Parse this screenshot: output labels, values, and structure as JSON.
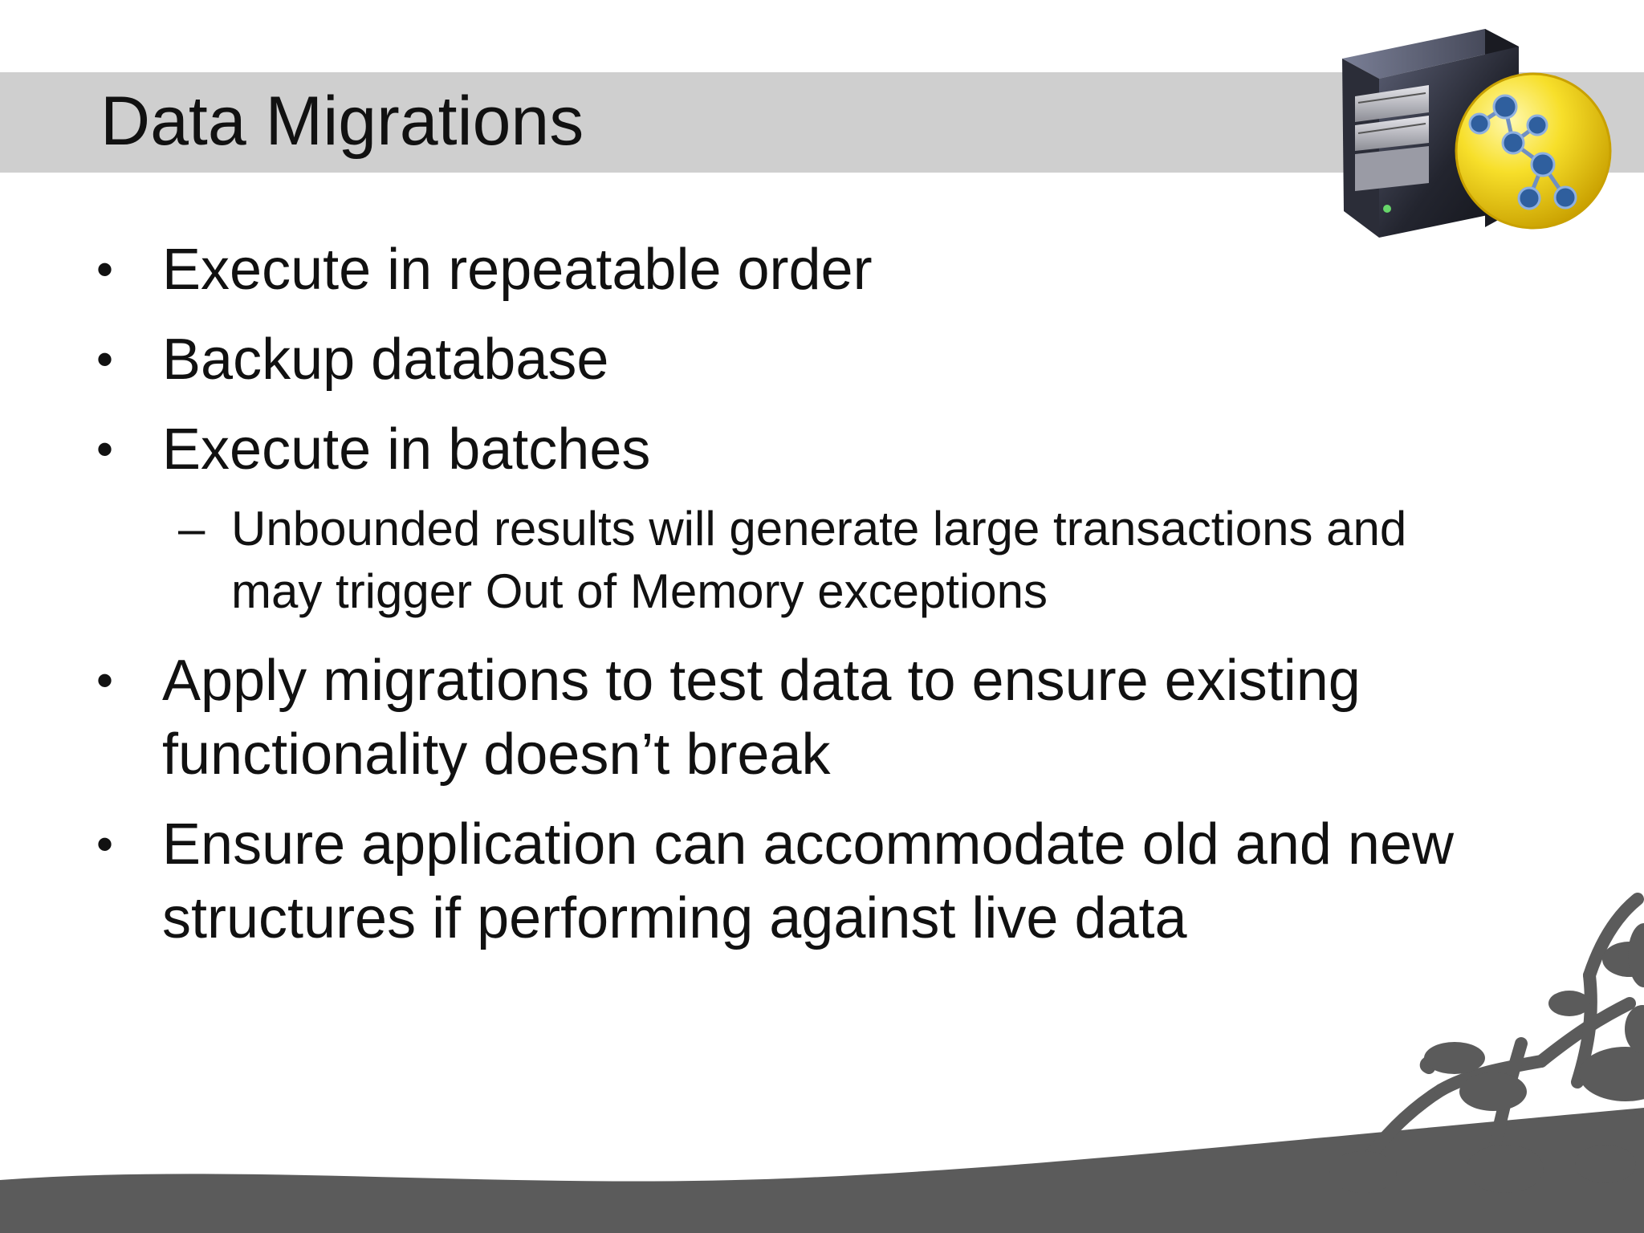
{
  "slide": {
    "title": "Data Migrations",
    "bullets": [
      {
        "text": "Execute in repeatable order",
        "sub": []
      },
      {
        "text": "Backup database",
        "sub": []
      },
      {
        "text": "Execute in batches",
        "sub": [
          "Unbounded results will generate large transactions and may trigger Out of Memory exceptions"
        ]
      },
      {
        "text": "Apply migrations to test data to ensure existing functionality doesn’t break",
        "sub": []
      },
      {
        "text": "Ensure application can accommodate old and new structures if performing against live data",
        "sub": []
      }
    ],
    "bullet_symbol": "•",
    "sub_bullet_symbol": "–"
  },
  "icons": {
    "header_icon": "server-network-icon",
    "decoration": "molecule-network-decoration"
  },
  "colors": {
    "title_band": "#cfcfcf",
    "decor_gray": "#5b5b5b",
    "network_yellow": "#f2d21b",
    "network_blue": "#2f5f9e"
  }
}
